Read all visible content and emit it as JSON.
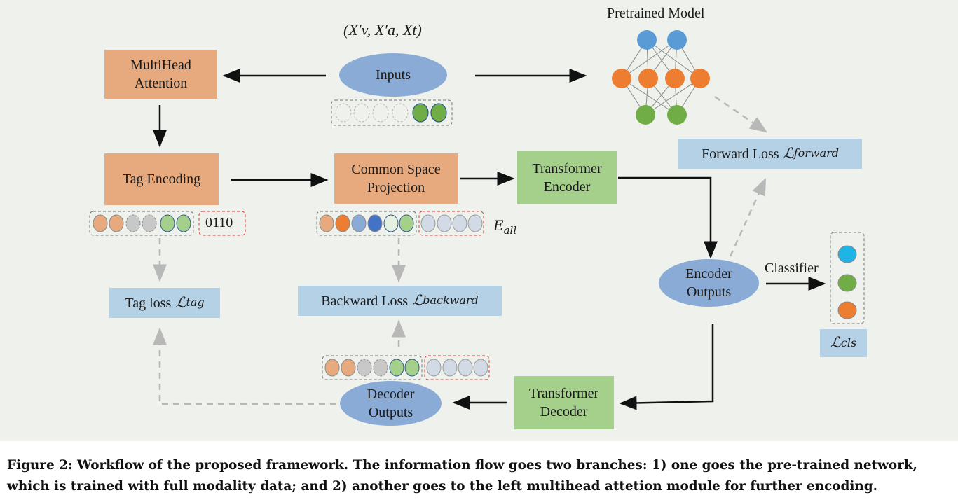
{
  "nodes": {
    "inputs_math": "(X′v, X′a, Xt)",
    "inputs": "Inputs",
    "multihead": "MultiHead\nAttention",
    "pretrained": "Pretrained Model",
    "tag_encoding": "Tag Encoding",
    "common_space": "Common Space\nProjection",
    "transformer_encoder": "Transformer\nEncoder",
    "forward_loss": "Forward Loss",
    "forward_sub": "forward",
    "code_0110": "0110",
    "e_all": "E",
    "e_all_sub": "all",
    "encoder_outputs": "Encoder\nOutputs",
    "classifier": "Classifier",
    "tag_loss": "Tag loss",
    "tag_sub": "tag",
    "backward_loss": "Backward Loss",
    "backward_sub": "backward",
    "cls_sub": "cls",
    "decoder_outputs": "Decoder\nOutputs",
    "transformer_decoder": "Transformer\nDecoder",
    "script_L": "ℒ"
  },
  "colors": {
    "background": "#eef1ec",
    "orange_box": "#e6aa7e",
    "green_box": "#a5d08c",
    "blue_box": "#b4d1e6",
    "ellipse": "#8aabd6",
    "nn_blue": "#5b9bd5",
    "nn_orange": "#ed7d31",
    "nn_green": "#70ad47"
  },
  "caption": "Figure 2: Workflow of the proposed framework. The information flow goes two branches: 1) one goes the pre-trained network,\nwhich is trained with full modality data; and 2) another goes to the left multihead attetion module for further encoding."
}
